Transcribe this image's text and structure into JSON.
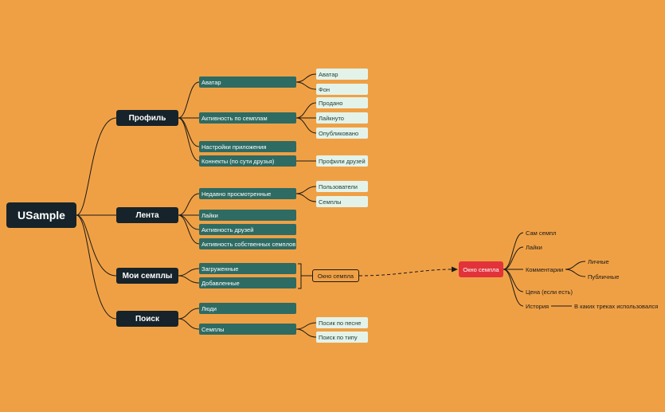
{
  "root": {
    "label": "USample"
  },
  "categories": {
    "profile": {
      "label": "Профиль",
      "items": [
        {
          "label": "Аватар",
          "children": [
            "Аватар",
            "Фон"
          ]
        },
        {
          "label": "Активность по семплам",
          "children": [
            "Продано",
            "Лайкнуто",
            "Опубликовано"
          ]
        },
        {
          "label": "Настройки приложения",
          "children": []
        },
        {
          "label": "Коннекты (по сути друзья)",
          "children": [
            "Профили друзей"
          ]
        }
      ]
    },
    "feed": {
      "label": "Лента",
      "items": [
        {
          "label": "Недавно просмотренные",
          "children": [
            "Пользователи",
            "Семплы"
          ]
        },
        {
          "label": "Лайки",
          "children": []
        },
        {
          "label": "Активность друзей",
          "children": []
        },
        {
          "label": "Активность собственных семплов",
          "children": []
        }
      ]
    },
    "my_samples": {
      "label": "Мои семплы",
      "items": [
        {
          "label": "Загруженные",
          "children": []
        },
        {
          "label": "Добавленные",
          "children": []
        }
      ],
      "group_target": "Окно семпла"
    },
    "search": {
      "label": "Поиск",
      "items": [
        {
          "label": "Люди",
          "children": []
        },
        {
          "label": "Семплы",
          "children": [
            "Посик по песне",
            "Поиск по типу"
          ]
        }
      ]
    }
  },
  "sample_window": {
    "label": "Окно семпла",
    "items": [
      {
        "label": "Сам семпл",
        "children": []
      },
      {
        "label": "Лайки",
        "children": []
      },
      {
        "label": "Комментарии",
        "children": [
          "Личные",
          "Публичные"
        ]
      },
      {
        "label": "Цена (если есть)",
        "children": []
      },
      {
        "label": "История",
        "children": [
          "В каких треках использовался"
        ]
      }
    ]
  },
  "colors": {
    "background": "#F0A044",
    "dark_node": "#16232A",
    "teal_node": "#2E6B63",
    "leaf_node": "#E3F3EA",
    "highlight_node": "#E2333A",
    "line": "#1A1A1A"
  }
}
